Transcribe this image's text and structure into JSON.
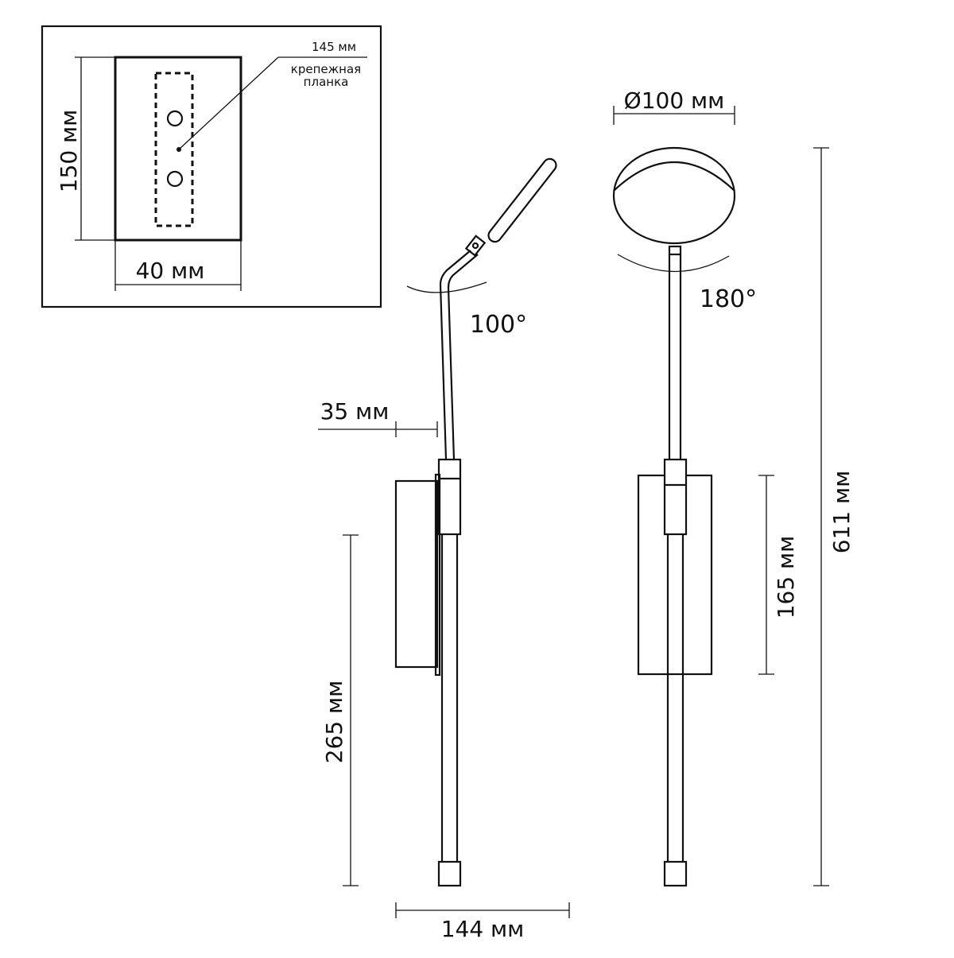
{
  "inset": {
    "width_label": "40 мм",
    "height_label": "150 мм",
    "bracket_label": "145 мм",
    "callout_line1": "крепежная",
    "callout_line2": "планка"
  },
  "side_view": {
    "tilt_angle": "100°",
    "offset_label": "35 мм",
    "lower_height_label": "265 мм",
    "total_width_label": "144 мм"
  },
  "front_view": {
    "diameter_label": "Ø100 мм",
    "rotation_angle": "180°",
    "plate_height_label": "165 мм",
    "total_height_label": "611 мм"
  },
  "colors": {
    "line": "#111111",
    "background": "#ffffff"
  }
}
